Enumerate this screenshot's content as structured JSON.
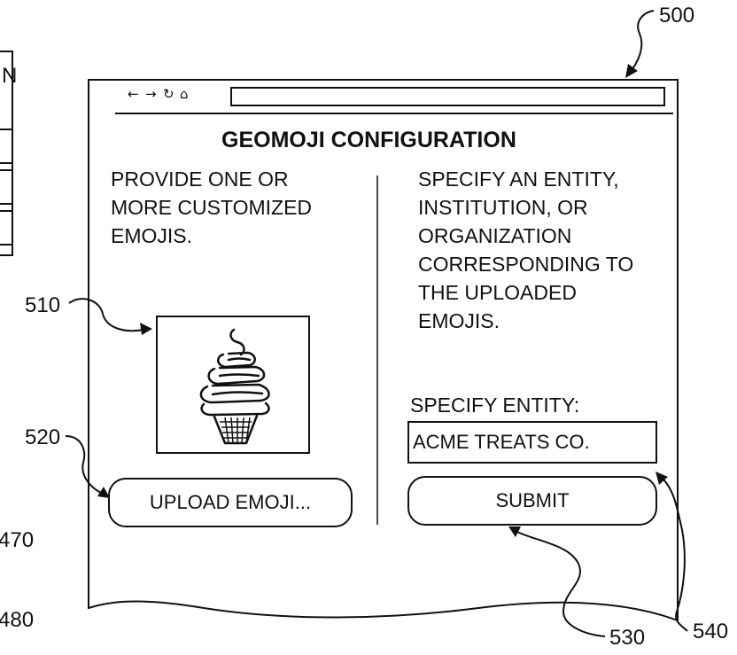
{
  "labels": {
    "fig_500": "500",
    "ref_510": "510",
    "ref_520": "520",
    "ref_530": "530",
    "ref_540": "540",
    "partial_n": "N",
    "partial_470": "470",
    "partial_480": "480"
  },
  "browser": {
    "back_icon": "←",
    "forward_icon": "→",
    "reload_icon": "↻",
    "home_icon": "⌂",
    "url": ""
  },
  "page": {
    "title": "GEOMOJI CONFIGURATION",
    "left": {
      "instructions": [
        "PROVIDE ONE OR",
        "MORE CUSTOMIZED",
        "EMOJIS."
      ],
      "emoji_icon": "soft-serve-ice-cream-cone",
      "upload_button": "UPLOAD EMOJI..."
    },
    "right": {
      "instructions": [
        "SPECIFY AN ENTITY,",
        "INSTITUTION, OR",
        "ORGANIZATION",
        "CORRESPONDING TO",
        "THE UPLOADED",
        "EMOJIS."
      ],
      "entity_label": "SPECIFY ENTITY:",
      "entity_value": "ACME TREATS CO.",
      "submit_button": "SUBMIT"
    }
  }
}
